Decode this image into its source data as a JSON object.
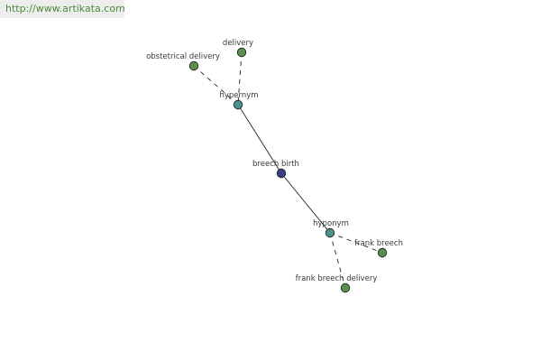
{
  "banner": {
    "url": "http://www.artikata.com"
  },
  "graph": {
    "nodes": [
      {
        "id": "obstetrical-delivery",
        "label": "obstetrical delivery",
        "type": "leaf",
        "color": "#5a8f4f"
      },
      {
        "id": "delivery",
        "label": "delivery",
        "type": "leaf",
        "color": "#5a8f4f"
      },
      {
        "id": "hypernym",
        "label": "hypernym",
        "type": "relation",
        "color": "#4e8f8f"
      },
      {
        "id": "breech-birth",
        "label": "breech birth",
        "type": "center",
        "color": "#3a3d8a"
      },
      {
        "id": "hyponym",
        "label": "hyponym",
        "type": "relation",
        "color": "#4e8f8f"
      },
      {
        "id": "frank-breech",
        "label": "frank breech",
        "type": "leaf",
        "color": "#5a8f4f"
      },
      {
        "id": "frank-breech-delivery",
        "label": "frank breech delivery",
        "type": "leaf",
        "color": "#5a8f4f"
      }
    ],
    "edges": [
      {
        "from": "obstetrical-delivery",
        "to": "hypernym",
        "style": "dashed"
      },
      {
        "from": "delivery",
        "to": "hypernym",
        "style": "dashed"
      },
      {
        "from": "hypernym",
        "to": "breech-birth",
        "style": "solid"
      },
      {
        "from": "breech-birth",
        "to": "hyponym",
        "style": "solid"
      },
      {
        "from": "hyponym",
        "to": "frank-breech",
        "style": "dashed"
      },
      {
        "from": "hyponym",
        "to": "frank-breech-delivery",
        "style": "dashed"
      }
    ]
  }
}
